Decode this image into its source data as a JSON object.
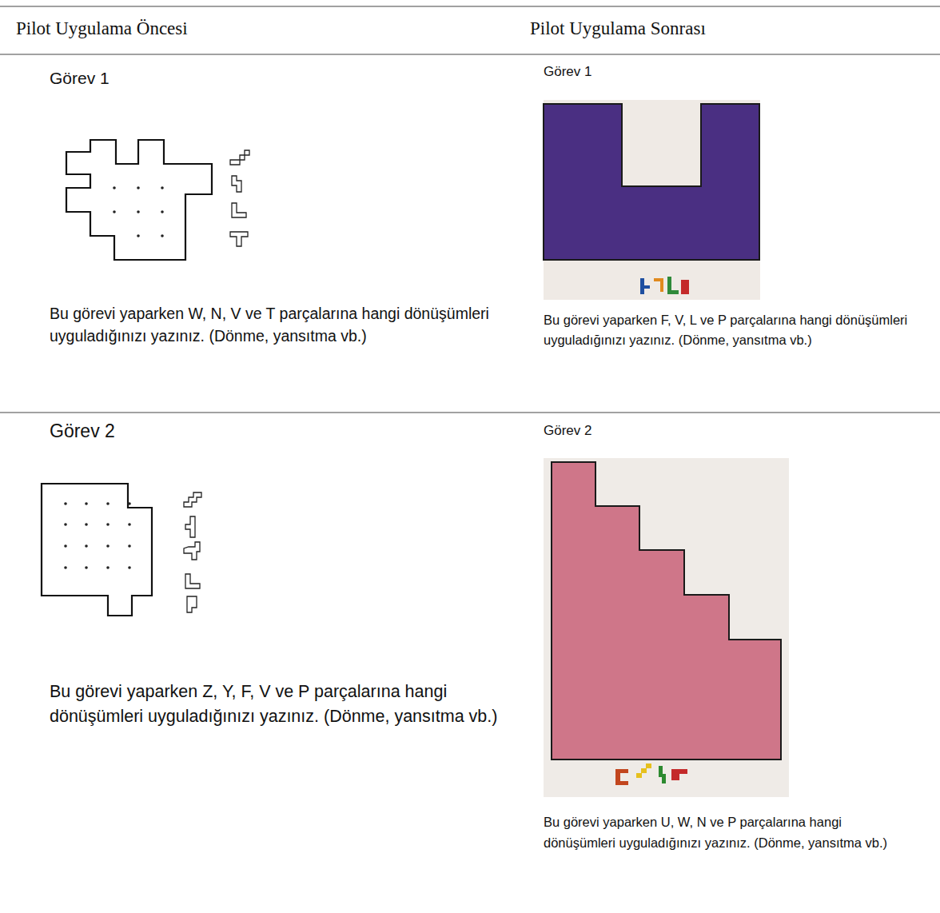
{
  "diagram": {
    "labels": [
      "Pilot Uygulama Öncesi",
      "Pilot Uygulama Sonrası",
      "Görev 1",
      "Bu görevi yaparken W, N, V ve T parçalarına hangi dönüşümleri uyguladığınızı yazınız. (Dönme, yansıtma vb.)",
      "Görev 1",
      "Bu görevi yaparken F, V, L ve P parçalarına hangi dönüşümleri uyguladığınızı yazınız. (Dönme, yansıtma vb.)",
      "Görev 2",
      "Bu görevi yaparken Z, Y, F, V ve P parçalarına hangi dönüşümleri uyguladığınızı yazınız. (Dönme, yansıtma vb.)",
      "Görev 2",
      "Bu görevi yaparken U, W, N ve P parçalarına hangi dönüşümleri uyguladığınızı yazınız. (Dönme, yansıtma vb.)"
    ]
  }
}
